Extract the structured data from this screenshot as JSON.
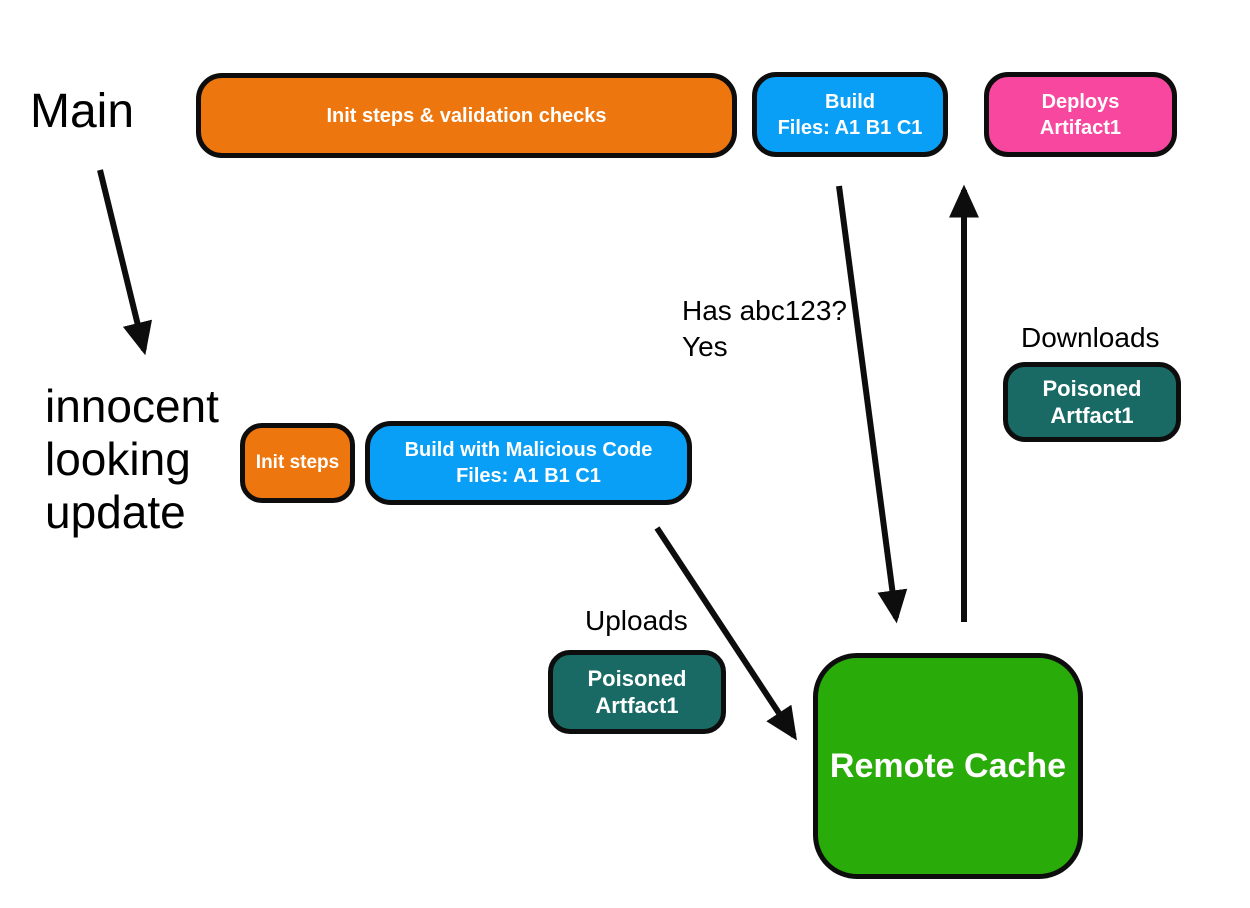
{
  "colors": {
    "orange": "#ED760E",
    "blue": "#099FF6",
    "pink": "#F8479E",
    "teal": "#196A64",
    "green": "#29AB09",
    "outline": "#0d0d0d"
  },
  "labels": {
    "main": "Main",
    "innocent": {
      "line1": "innocent",
      "line2": "looking",
      "line3": "update"
    },
    "cache_query": {
      "line1": "Has abc123?",
      "line2": "Yes"
    },
    "downloads": "Downloads",
    "uploads": "Uploads"
  },
  "nodes": {
    "init_validation": {
      "line1": "Init steps & validation checks"
    },
    "build_main": {
      "line1": "Build",
      "line2": "Files: A1 B1 C1"
    },
    "deploys": {
      "line1": "Deploys",
      "line2": "Artifact1"
    },
    "init_steps": {
      "line1": "Init steps"
    },
    "build_malicious": {
      "line1": "Build with Malicious Code",
      "line2": "Files: A1 B1 C1"
    },
    "poisoned_download": {
      "line1": "Poisoned",
      "line2": "Artfact1"
    },
    "poisoned_upload": {
      "line1": "Poisoned",
      "line2": "Artfact1"
    },
    "remote_cache": {
      "line1": "Remote Cache"
    }
  },
  "edges": [
    {
      "name": "main-to-innocent-update",
      "from": "Main",
      "to": "innocent looking update"
    },
    {
      "name": "build-to-remote-cache",
      "from": "Build Files: A1 B1 C1",
      "to": "Remote Cache",
      "annotation": "Has abc123? Yes"
    },
    {
      "name": "remote-cache-to-deploys",
      "from": "Remote Cache",
      "to": "Deploys Artifact1",
      "annotation": "Downloads Poisoned Artfact1"
    },
    {
      "name": "malicious-build-to-remote-cache",
      "from": "Build with Malicious Code",
      "to": "Remote Cache",
      "annotation": "Uploads Poisoned Artfact1"
    }
  ]
}
